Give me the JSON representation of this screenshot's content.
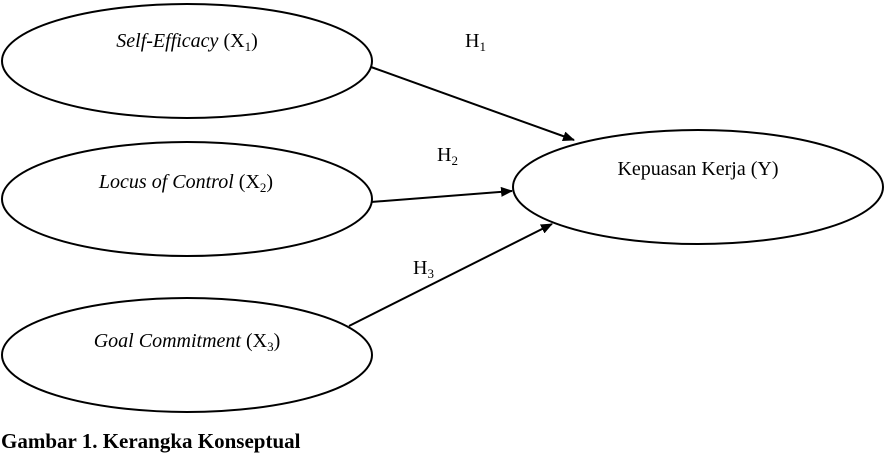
{
  "nodes": {
    "x1": {
      "name": "Self-Efficacy",
      "var": "X",
      "sub": "1"
    },
    "x2": {
      "name": "Locus of Control",
      "var": "X",
      "sub": "2"
    },
    "x3": {
      "name": "Goal Commitment",
      "var": "X",
      "sub": "3"
    },
    "y": {
      "label": "Kepuasan Kerja (Y)"
    }
  },
  "hypotheses": {
    "h1": {
      "letter": "H",
      "sub": "1"
    },
    "h2": {
      "letter": "H",
      "sub": "2"
    },
    "h3": {
      "letter": "H",
      "sub": "3"
    }
  },
  "edges": [
    {
      "from": "x1",
      "to": "y",
      "label": "H1"
    },
    {
      "from": "x2",
      "to": "y",
      "label": "H2"
    },
    {
      "from": "x3",
      "to": "y",
      "label": "H3"
    }
  ],
  "caption": "Gambar 1. Kerangka Konseptual"
}
